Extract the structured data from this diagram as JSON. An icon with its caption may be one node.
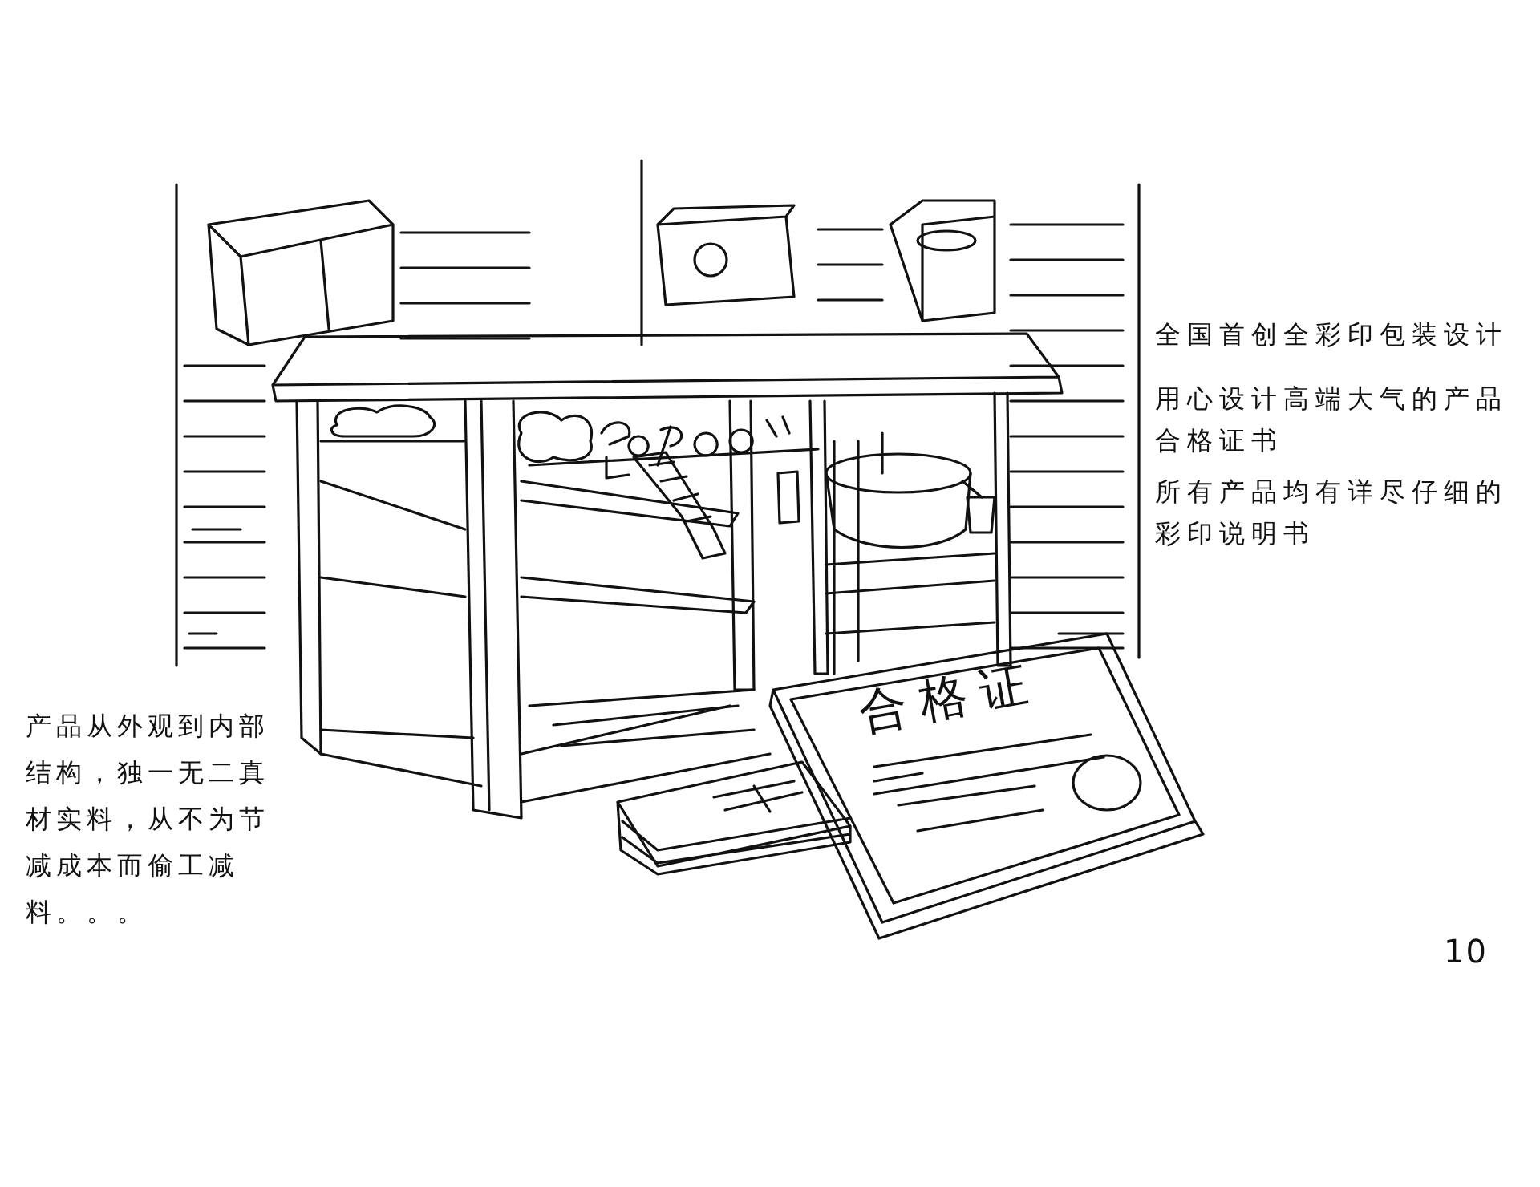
{
  "diagram": {
    "labels": [
      "全国首创全彩印包装设计",
      "用心设计高端大气的产品合格证书",
      "所有产品均有详尽仔细的彩印说明书",
      "产品从外观到内部结构，独一无二真材实料，从不为节减成本而偷工减料。。。",
      "合格证",
      "10"
    ]
  }
}
